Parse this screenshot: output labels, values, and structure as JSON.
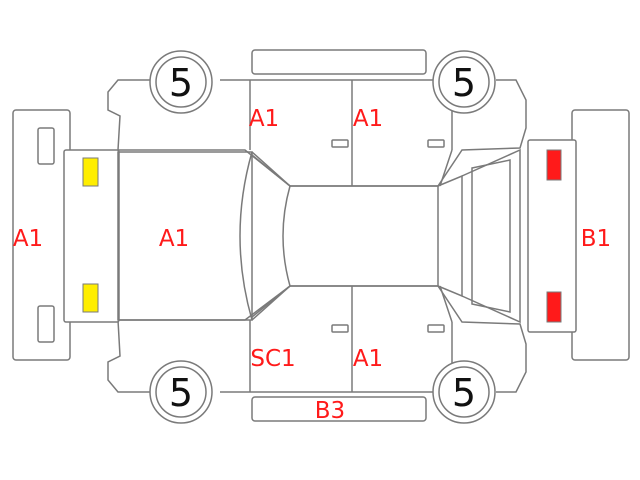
{
  "diagram": {
    "colors": {
      "outline": "#7a7a7a",
      "damage_label": "#ff1a1a",
      "fog_lamp": "#ffee00",
      "tail_lamp": "#ff1a1a"
    },
    "tires": {
      "front_left": "5",
      "front_right": "5",
      "rear_left": "5",
      "rear_right": "5"
    },
    "labels": {
      "front_bumper": "A1",
      "hood": "A1",
      "top_front_door": "A1",
      "top_rear_door": "A1",
      "bottom_front_door": "SC1",
      "bottom_rear_door": "A1",
      "bottom_sill": "B3",
      "rear_bumper": "B1"
    }
  }
}
